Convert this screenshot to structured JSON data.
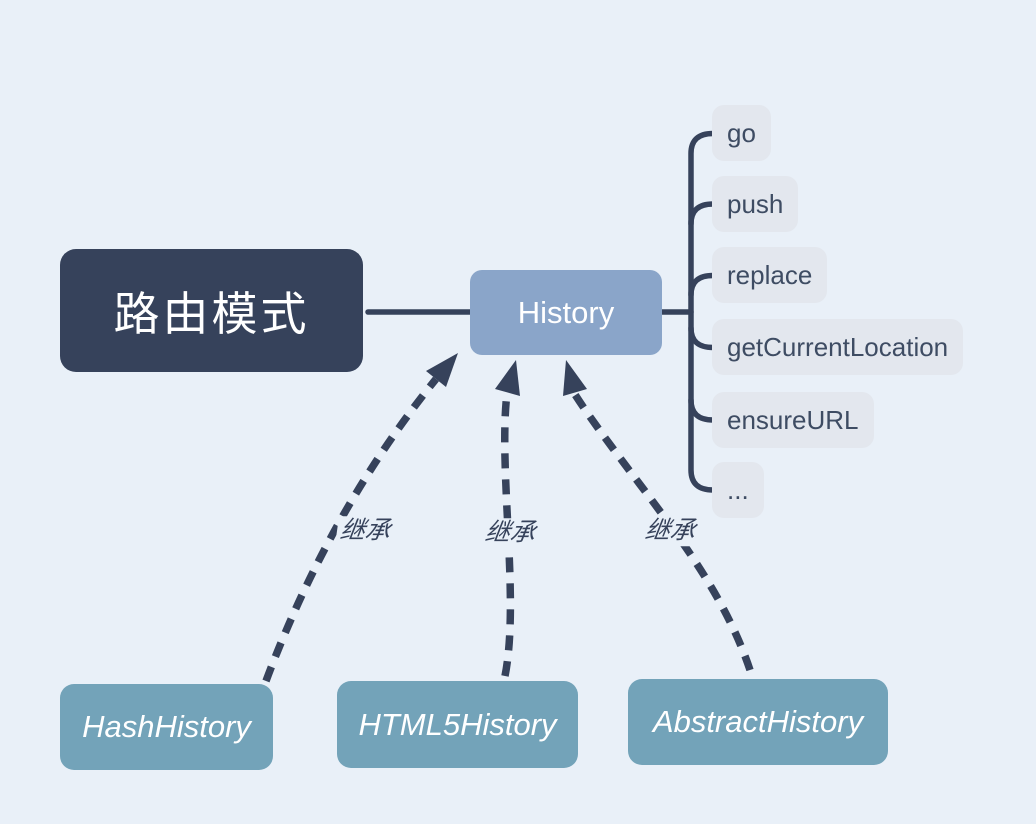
{
  "colors": {
    "background": "#e9f0f8",
    "primary_dark": "#36425b",
    "parent_fill": "#8aa5c9",
    "method_fill": "#e3e7ee",
    "method_text": "#3e4c63",
    "subclass_fill": "#73a3b9",
    "text_light": "#ffffff"
  },
  "mindmap": {
    "root": {
      "label": "路由模式"
    },
    "parent": {
      "label": "History"
    },
    "methods": [
      {
        "label": "go"
      },
      {
        "label": "push"
      },
      {
        "label": "replace"
      },
      {
        "label": "getCurrentLocation"
      },
      {
        "label": "ensureURL"
      },
      {
        "label": "..."
      }
    ],
    "subclasses": [
      {
        "label": "HashHistory"
      },
      {
        "label": "HTML5History"
      },
      {
        "label": "AbstractHistory"
      }
    ],
    "inherit_edges": [
      {
        "label": "继承"
      },
      {
        "label": "继承"
      },
      {
        "label": "继承"
      }
    ]
  }
}
